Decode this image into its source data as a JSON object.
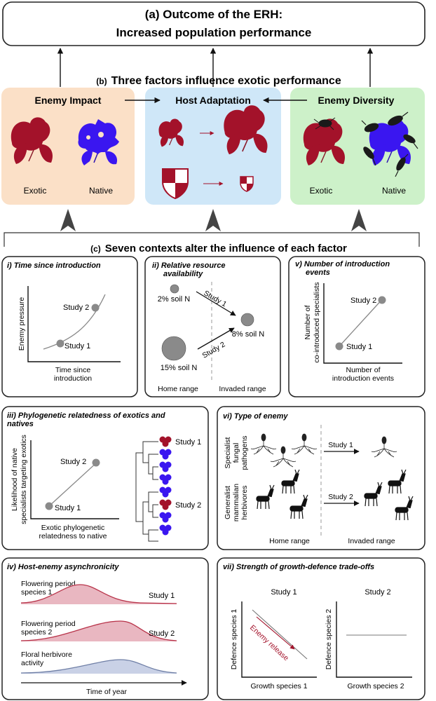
{
  "header": {
    "line1": "(a) Outcome of the ERH:",
    "line2": "Increased population performance"
  },
  "factors": {
    "heading_prefix": "(b)",
    "heading": "Three factors influence exotic performance",
    "enemy_impact": {
      "title": "Enemy Impact",
      "left_label": "Exotic",
      "right_label": "Native"
    },
    "host_adaptation": {
      "title": "Host Adaptation"
    },
    "enemy_diversity": {
      "title": "Enemy Diversity",
      "left_label": "Exotic",
      "right_label": "Native"
    }
  },
  "contexts": {
    "heading_prefix": "(c)",
    "heading": "Seven contexts alter the influence of each factor"
  },
  "panel_i": {
    "title": "i) Time since introduction",
    "ylabel": "Enemy pressure",
    "xlabel_1": "Time since",
    "xlabel_2": "introduction",
    "study1": "Study 1",
    "study2": "Study 2"
  },
  "panel_ii": {
    "title_1": "ii) Relative resource",
    "title_2": "availability",
    "label_2pct": "2% soil N",
    "label_15pct": "15% soil N",
    "label_8pct": "8% soil N",
    "study1": "Study 1",
    "study2": "Study 2",
    "home": "Home range",
    "invaded": "Invaded range"
  },
  "panel_v": {
    "title_1": "v) Number of introduction",
    "title_2": "events",
    "ylabel_1": "Number of",
    "ylabel_2": "co-introduced specialists",
    "xlabel_1": "Number of",
    "xlabel_2": "introduction events",
    "study1": "Study 1",
    "study2": "Study 2"
  },
  "panel_iii": {
    "title_1": "iii) Phylogenetic relatedness of exotics and",
    "title_2": "natives",
    "ylabel_1": "Likelihood of native",
    "ylabel_2": "specialists targeting exotics",
    "xlabel_1": "Exotic phylogenetic",
    "xlabel_2": "relatedness to native",
    "study1": "Study 1",
    "study2": "Study 2",
    "tree_study1": "Study 1",
    "tree_study2": "Study 2"
  },
  "panel_vi": {
    "title": "vi) Type of enemy",
    "row1_1": "Specialist",
    "row1_2": "fungal",
    "row1_3": "pathogens",
    "row2_1": "Generalist",
    "row2_2": "mammalian",
    "row2_3": "herbivores",
    "study1": "Study 1",
    "study2": "Study 2",
    "home": "Home range",
    "invaded": "Invaded range"
  },
  "panel_iv": {
    "title": "iv) Host-enemy asynchronicity",
    "row1_1": "Flowering period",
    "row1_2": "species 1",
    "row1_study": "Study 1",
    "row2_1": "Flowering period",
    "row2_2": "species 2",
    "row2_study": "Study 2",
    "row3_1": "Floral herbivore",
    "row3_2": "activity",
    "xlabel": "Time of year"
  },
  "panel_vii": {
    "title": "vii) Strength of growth-defence trade-offs",
    "left_title": "Study 1",
    "right_title": "Study 2",
    "left_ylabel": "Defence species 1",
    "left_xlabel": "Growth species 1",
    "right_ylabel": "Defence species 2",
    "right_xlabel": "Growth species 2",
    "arrow_label": "Enemy release"
  },
  "colors": {
    "exotic_red": "#a3122a",
    "native_blue": "#3a16f0",
    "panel_orange": "#fbe0c7",
    "panel_blue": "#cfe7f8",
    "panel_green": "#cdf1c9",
    "marker_grey": "#8a8a8a",
    "curve_red": "#b8344a",
    "curve_blue": "#6f7fa6"
  }
}
